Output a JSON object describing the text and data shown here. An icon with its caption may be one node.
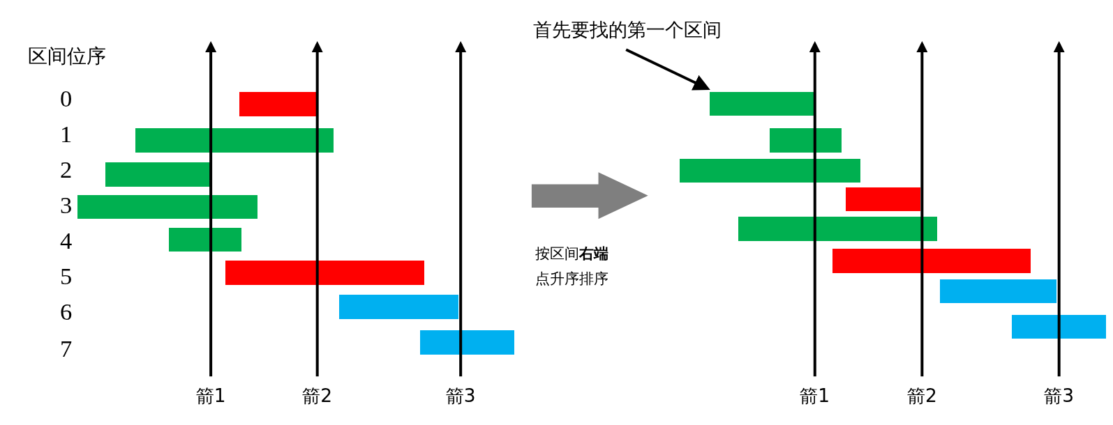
{
  "diagram": {
    "nodes": [
      {
        "text": [
          "首先要找的第一个区间"
        ]
      },
      {
        "text": [],
        "shape": "bar"
      },
      {
        "text": [],
        "shape": "bar"
      },
      {
        "text": [],
        "shape": "bar"
      },
      {
        "text": [],
        "shape": "bar"
      },
      {
        "text": [],
        "shape": "bar"
      },
      {
        "text": [],
        "shape": "bar"
      },
      {
        "text": [],
        "shape": "bar"
      },
      {
        "text": [],
        "shape": "bar"
      },
      {
        "text": [],
        "shape": "bar"
      },
      {
        "text": [],
        "shape": "bar"
      },
      {
        "text": [],
        "shape": "bar"
      },
      {
        "text": [],
        "shape": "bar"
      },
      {
        "text": [],
        "shape": "bar"
      },
      {
        "text": [],
        "shape": "bar"
      },
      {
        "text": [],
        "shape": "bar"
      },
      {
        "text": [],
        "shape": "bar"
      }
    ],
    "edges": [
      {
        "from": 0,
        "to": 9,
        "arrow": "to"
      }
    ],
    "labels": [
      "区间位序",
      "0",
      "1",
      "2",
      "3",
      "4",
      "5",
      "6",
      "7",
      "箭1",
      "箭2",
      "箭3",
      "按区间**右端**点升序排序",
      "箭1",
      "箭2",
      "箭3"
    ]
  }
}
